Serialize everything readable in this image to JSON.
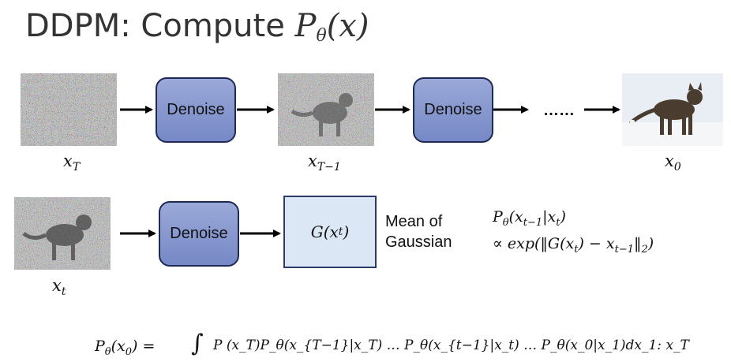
{
  "title": {
    "prefix": "DDPM: Compute",
    "math": "P",
    "sub": "θ",
    "arg": "(x)"
  },
  "row1": {
    "denoise1": "Denoise",
    "denoise2": "Denoise",
    "dots": "……",
    "label_xT": {
      "base": "x",
      "sub": "T"
    },
    "label_xT1": {
      "base": "x",
      "sub": "T−1"
    },
    "label_x0": {
      "base": "x",
      "sub": "0"
    }
  },
  "row2": {
    "denoise": "Denoise",
    "g_box": {
      "base": "G(x",
      "sub": "t",
      "close": ")"
    },
    "label_xt": {
      "base": "x",
      "sub": "t"
    },
    "mean_line1": "Mean of",
    "mean_line2": "Gaussian",
    "prob_line1": {
      "a": "P",
      "theta": "θ",
      "b": "(x",
      "sub1": "t−1",
      "c": "|x",
      "sub2": "t",
      "d": ")"
    },
    "prob_line2": {
      "a": "∝ exp(‖G(x",
      "sub1": "t",
      "b": ") − x",
      "sub2": "t−1",
      "c": "‖",
      "sub3": "2",
      "d": ")"
    }
  },
  "bottom_formula": {
    "lhs": "P",
    "lhs_theta": "θ",
    "lhs_arg": "(x",
    "lhs_sub": "0",
    "lhs_close": ") =",
    "integral": "∫",
    "rhs": "P (x_T)P_θ(x_{T−1}|x_T) … P_θ(x_{t−1}|x_t) … P_θ(x_0|x_1)dx_1: x_T"
  },
  "colors": {
    "denoise_fill": "#8a9bd0",
    "denoise_border": "#1e2a55",
    "g_fill": "#dbe7f5",
    "arrow": "#000000"
  },
  "icons": [
    "noise-image-xT",
    "noisy-cat-image",
    "cat-photo",
    "noisy-cat-image-xt"
  ]
}
